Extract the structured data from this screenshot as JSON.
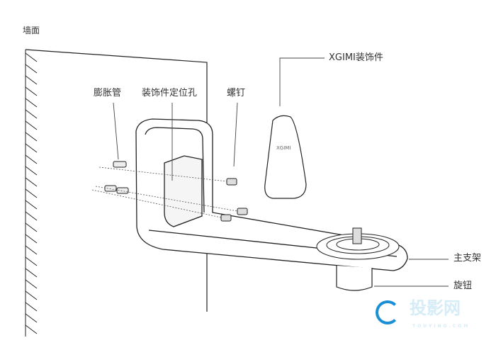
{
  "labels": {
    "wall": "墙面",
    "anchor": "膨胀管",
    "locating_hole": "装饰件定位孔",
    "screw": "螺钉",
    "decor": "XGIMI装饰件",
    "decor_logo": "XGIMI",
    "main_bracket": "主支架",
    "knob": "旋钮"
  },
  "watermark": {
    "title": "投影网",
    "sub": "TOUYING.COM",
    "color": "#1a8fd6"
  }
}
